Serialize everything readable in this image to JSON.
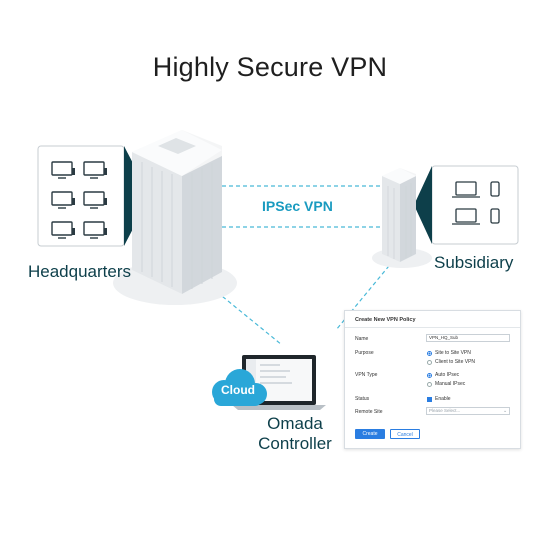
{
  "title": "Highly Secure VPN",
  "labels": {
    "headquarters": "Headquarters",
    "subsidiary": "Subsidiary",
    "ipsec": "IPSec VPN",
    "cloud": "Cloud",
    "omada_line1": "Omada",
    "omada_line2": "Controller"
  },
  "panel": {
    "heading": "Create New VPN Policy",
    "name_label": "Name",
    "name_value": "VPN_HQ_Sub",
    "purpose_label": "Purpose",
    "purpose_options": [
      "Site to Site VPN",
      "Client to Site VPN"
    ],
    "vpn_type_label": "VPN Type",
    "vpn_type_options": [
      "Auto IPsec",
      "Manual IPsec"
    ],
    "status_label": "Status",
    "status_option": "Enable",
    "remote_site_label": "Remote Site",
    "remote_site_placeholder": "Please Select...",
    "create_button": "Create",
    "cancel_button": "Cancel"
  },
  "colors": {
    "teal_dark": "#0d3f4a",
    "ipsec_cyan": "#1a9bc0",
    "cloud_blue": "#2aa7d8",
    "button_blue": "#2a7de1"
  },
  "icons": {
    "hq_devices": "desktop-computer-icon",
    "sub_devices": [
      "laptop-icon",
      "smartphone-icon"
    ]
  }
}
